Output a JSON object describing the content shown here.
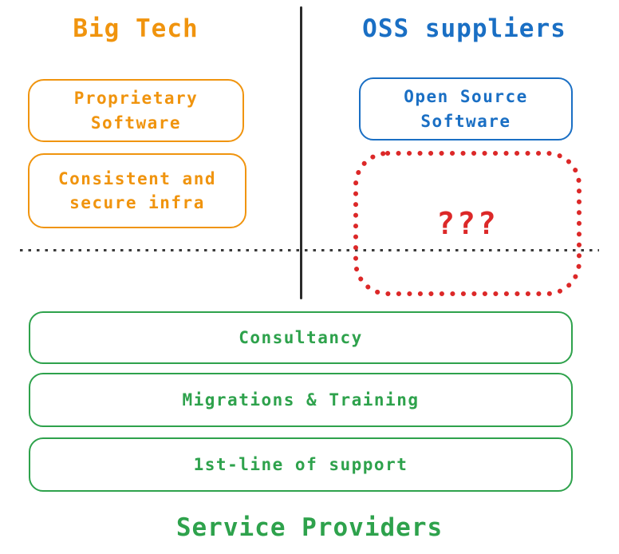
{
  "colors": {
    "orange": "#F0940E",
    "blue": "#1A6FC4",
    "green": "#2EA24C",
    "red": "#DC2828",
    "ink": "#2B2B2B"
  },
  "left_column": {
    "title": "Big Tech",
    "boxes": [
      {
        "label": "Proprietary\nSoftware"
      },
      {
        "label": "Consistent and\nsecure infra"
      }
    ]
  },
  "right_column": {
    "title": "OSS suppliers",
    "boxes": [
      {
        "label": "Open Source\nSoftware"
      }
    ],
    "unknown": {
      "label": "???"
    }
  },
  "bottom_band": {
    "title": "Service Providers",
    "boxes": [
      {
        "label": "Consultancy"
      },
      {
        "label": "Migrations & Training"
      },
      {
        "label": "1st-line of support"
      }
    ]
  }
}
